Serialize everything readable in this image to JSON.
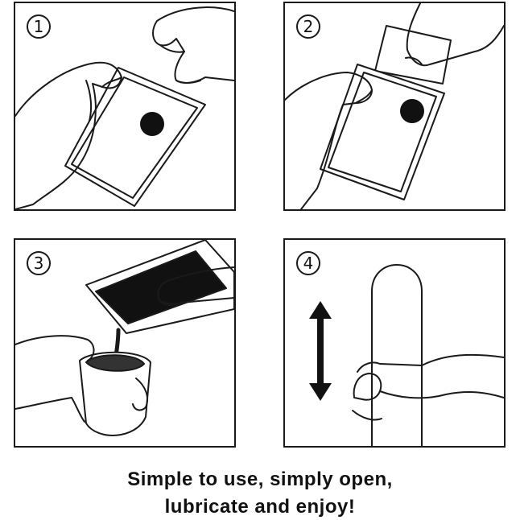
{
  "steps": [
    {
      "number": "1"
    },
    {
      "number": "2"
    },
    {
      "number": "3"
    },
    {
      "number": "4"
    }
  ],
  "caption": {
    "line1": "Simple to use, simply open,",
    "line2": "lubricate and enjoy!"
  },
  "icons": [
    "hands-tearing-packet",
    "hands-holding-packet",
    "packet-pouring-lube-into-cup",
    "hand-on-sleeve",
    "up-down-arrow-icon"
  ]
}
